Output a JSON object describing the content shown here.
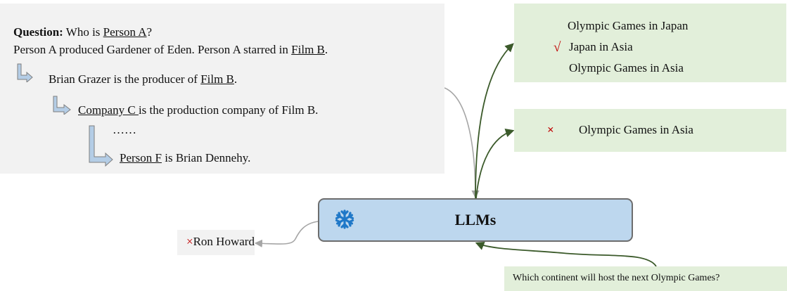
{
  "context": {
    "question_label": "Question:",
    "question_pre": " Who is ",
    "question_entity": "Person A",
    "question_post": "?",
    "fact_line": {
      "pre": "Person A produced Gardener of Eden. Person A starred in ",
      "entity": "Film B",
      "post": "."
    },
    "hops": [
      {
        "pre": "Brian Grazer is the producer of ",
        "entity": "Film B",
        "post": "."
      },
      {
        "entity": "Company C ",
        "post": "is the production company of Film B."
      },
      {
        "text": "……"
      },
      {
        "entity": "Person F",
        "post": " is Brian Dennehy."
      }
    ]
  },
  "outputs": {
    "correct": {
      "mark": "√",
      "lines": [
        "Olympic Games in Japan",
        "Japan in Asia",
        "Olympic Games in Asia"
      ]
    },
    "incorrect": {
      "mark": "×",
      "text": "Olympic Games in Asia"
    }
  },
  "model": {
    "label": "LLMs",
    "icon": "snowflake-icon"
  },
  "wrong_answer": {
    "mark": "×",
    "text": "Ron Howard"
  },
  "query": {
    "text": "Which continent will host the next Olympic Games?"
  },
  "colors": {
    "context_bg": "#f2f2f2",
    "green_bg": "#e2efda",
    "llm_bg": "#bdd7ee",
    "llm_border": "#6d6d6d",
    "arrow_green": "#3b5a2a",
    "arrow_gray": "#a6a6a6",
    "mark_red": "#c00000",
    "snowflake_blue": "#1f78c8",
    "hop_arrow_fill": "#b4cde6"
  }
}
